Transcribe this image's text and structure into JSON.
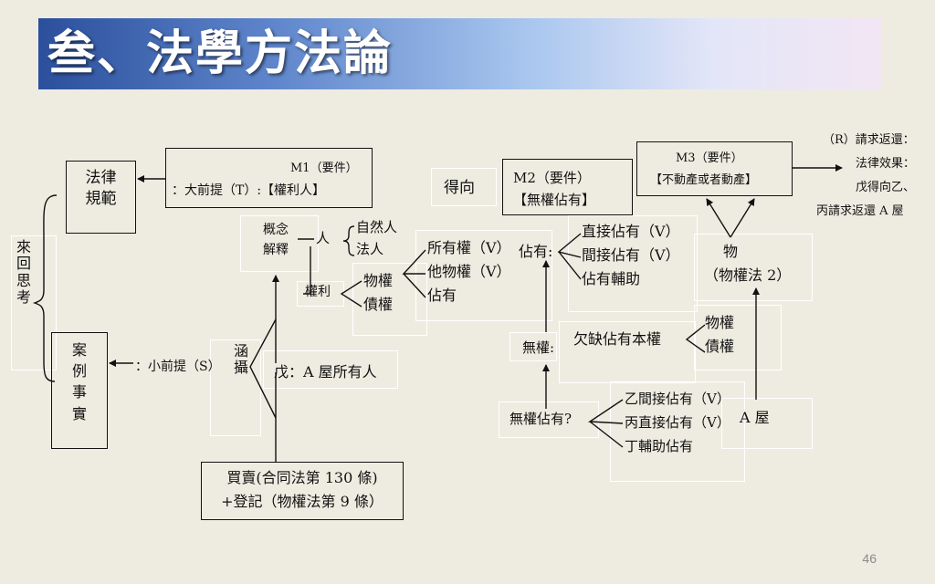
{
  "title": "叁、法學方法論",
  "page_number": "46",
  "nodes": {
    "law_norm": "法律\n規範",
    "m1_title": "M1（要件）",
    "m1_body": "：大前提（T）:【權利人】",
    "m2_title": "M2（要件）",
    "m2_body": "【無權佔有】",
    "m3_title": "M3（要件）",
    "m3_body": "【不動產或者動產】",
    "gain_to": "得向",
    "result_line1": "（R）請求返還：",
    "result_line2": "法律效果：",
    "result_line3": "戊得向乙、",
    "result_line4": "丙請求返還 A 屋",
    "think_back": "來\n回\n思\n考",
    "concept_interp": "概念\n解釋",
    "person": "人",
    "natural_person": "自然人",
    "legal_person": "法人",
    "right": "權利",
    "real_right": "物權",
    "claim_right": "債權",
    "ownership": "所有權（V）",
    "other_real_right": "他物權（V）",
    "possession_sub": "佔有",
    "possession_q": "佔有:",
    "direct_possession": "直接佔有（V）",
    "indirect_possession": "間接佔有（V）",
    "possession_aid": "佔有輔助",
    "thing": "物",
    "real_right_law": "（物權法 2）",
    "lacking_right": "欠缺佔有本權",
    "no_right": "無權:",
    "real_right_2": "物權",
    "claim_right_2": "債權",
    "no_right_possession": "無權佔有?",
    "b_indirect": "乙間接佔有（V）",
    "c_direct": "丙直接佔有（V）",
    "d_aid": "丁輔助佔有",
    "house_a": "A 屋",
    "case_facts": "案\n例\n事\n實",
    "minor_premise": "：小前提（S）",
    "subsume": "涵\n攝",
    "wu_owner": "戊：A 屋所有人",
    "sale_line1": "買賣(合同法第 130 條)",
    "sale_line2": "+登記（物權法第 9 條）"
  }
}
